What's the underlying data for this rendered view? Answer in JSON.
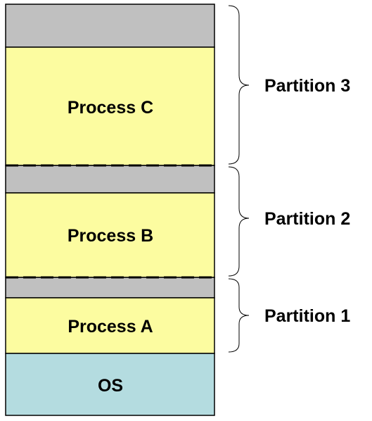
{
  "colors": {
    "process": "#fcfca0",
    "free": "#c0c0c0",
    "os": "#b4dce0",
    "border": "#000000"
  },
  "blocks": {
    "os": "OS",
    "process_a": "Process A",
    "process_b": "Process B",
    "process_c": "Process C"
  },
  "partitions": {
    "p1": "Partition 1",
    "p2": "Partition 2",
    "p3": "Partition 3"
  }
}
